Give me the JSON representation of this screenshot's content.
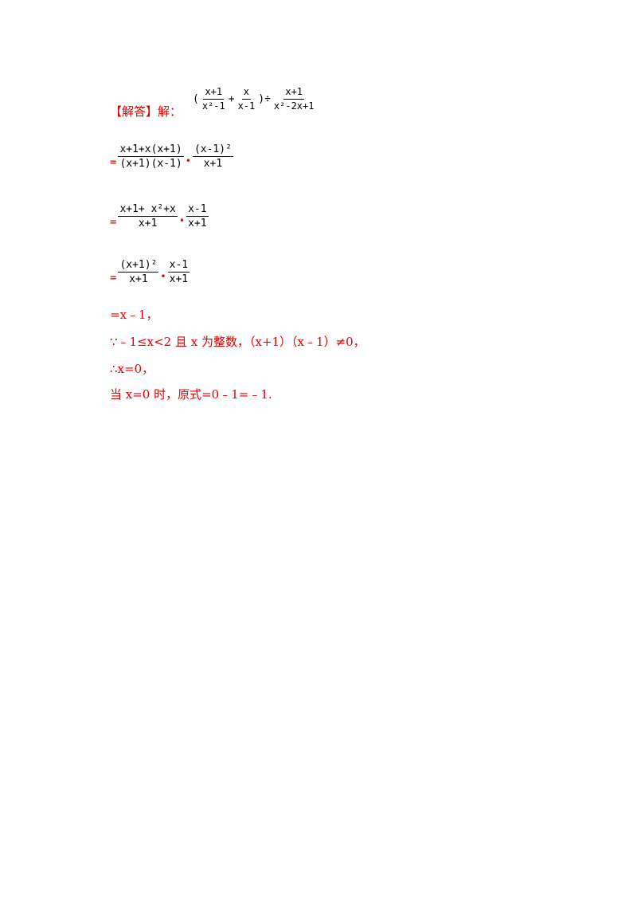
{
  "header": {
    "label": "【解答】解："
  },
  "problem": {
    "lparen": "(",
    "f1_num": "x+1",
    "f1_den": "x²-1",
    "plus": "+",
    "f2_num": "x",
    "f2_den": "x-1",
    "rparen_div": ")÷",
    "f3_num": "x+1",
    "f3_den": "x²-2x+1"
  },
  "step1": {
    "eq": "=",
    "a_num": "x+1+x(x+1)",
    "a_den": "(x+1)(x-1)",
    "dot": "•",
    "b_num": "(x-1)²",
    "b_den": "x+1"
  },
  "step2": {
    "eq": "=",
    "a_num": "x+1+ x²+x",
    "a_den": "x+1",
    "dot": "•",
    "b_num": "x-1",
    "b_den": "x+1"
  },
  "step3": {
    "eq": "=",
    "a_num": "(x+1)²",
    "a_den": "x+1",
    "dot": "•",
    "b_num": "x-1",
    "b_den": "x+1"
  },
  "lines": {
    "l1": "=x﹣1，",
    "l2": "∵﹣1≤x<2 且 x 为整数，（x+1）（x﹣1）≠0，",
    "l3": "∴x=0，",
    "l4": "当 x=0 时，原式=0﹣1=﹣1."
  },
  "colors": {
    "answer_red": "#e60000",
    "math_black": "#000000"
  }
}
